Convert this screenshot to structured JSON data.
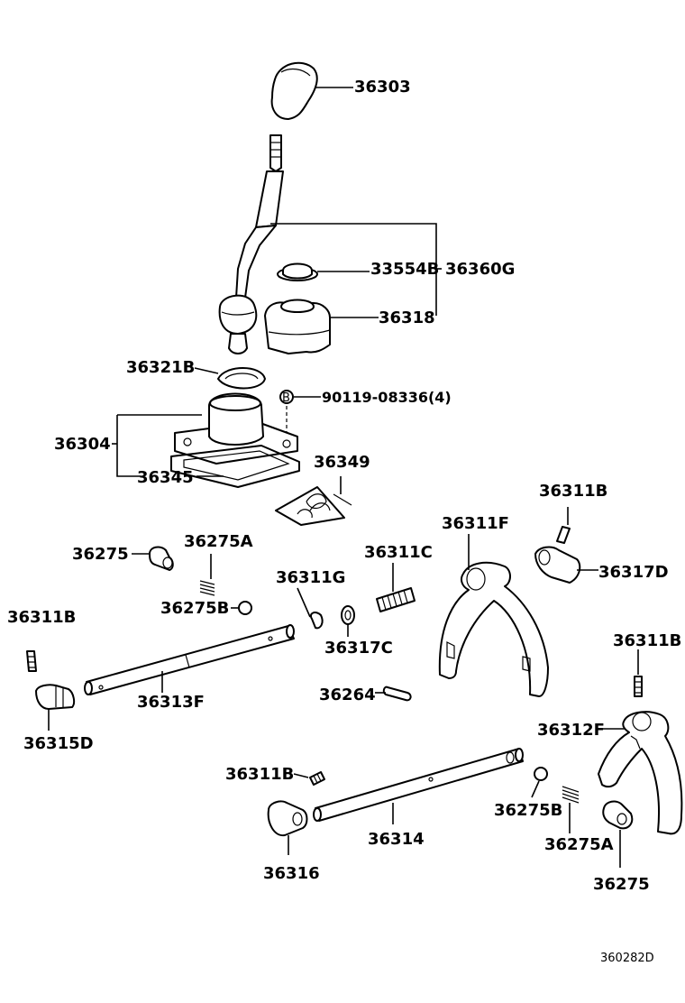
{
  "diagram": {
    "drawing_code": "360282D",
    "labels": {
      "knob": "36303",
      "lever_retainer": "33554B",
      "lever": "36360G",
      "boot": "36318",
      "snap_ring": "36321B",
      "bolt_marker": "B",
      "bolt": "90119-08336(4)",
      "housing": "36304",
      "gasket": "36345",
      "spring_36349": "36349",
      "pin_top_right": "36311B",
      "fork_f": "36311F",
      "plug_left": "36275",
      "spring_a_left": "36275A",
      "ball_left": "36275B",
      "pin_g": "36311G",
      "ring_c": "36311C",
      "head_d_right": "36317D",
      "pin_left": "36311B",
      "washer_c": "36317C",
      "shaft_f": "36313F",
      "pin_right": "36311B",
      "head_d_left": "36315D",
      "dowel": "36264",
      "fork_f2": "36312F",
      "pin_bottom": "36311B",
      "ball_right": "36275B",
      "spring_a_right": "36275A",
      "head_bottom": "36316",
      "shaft_bottom": "36314",
      "plug_right": "36275"
    }
  }
}
